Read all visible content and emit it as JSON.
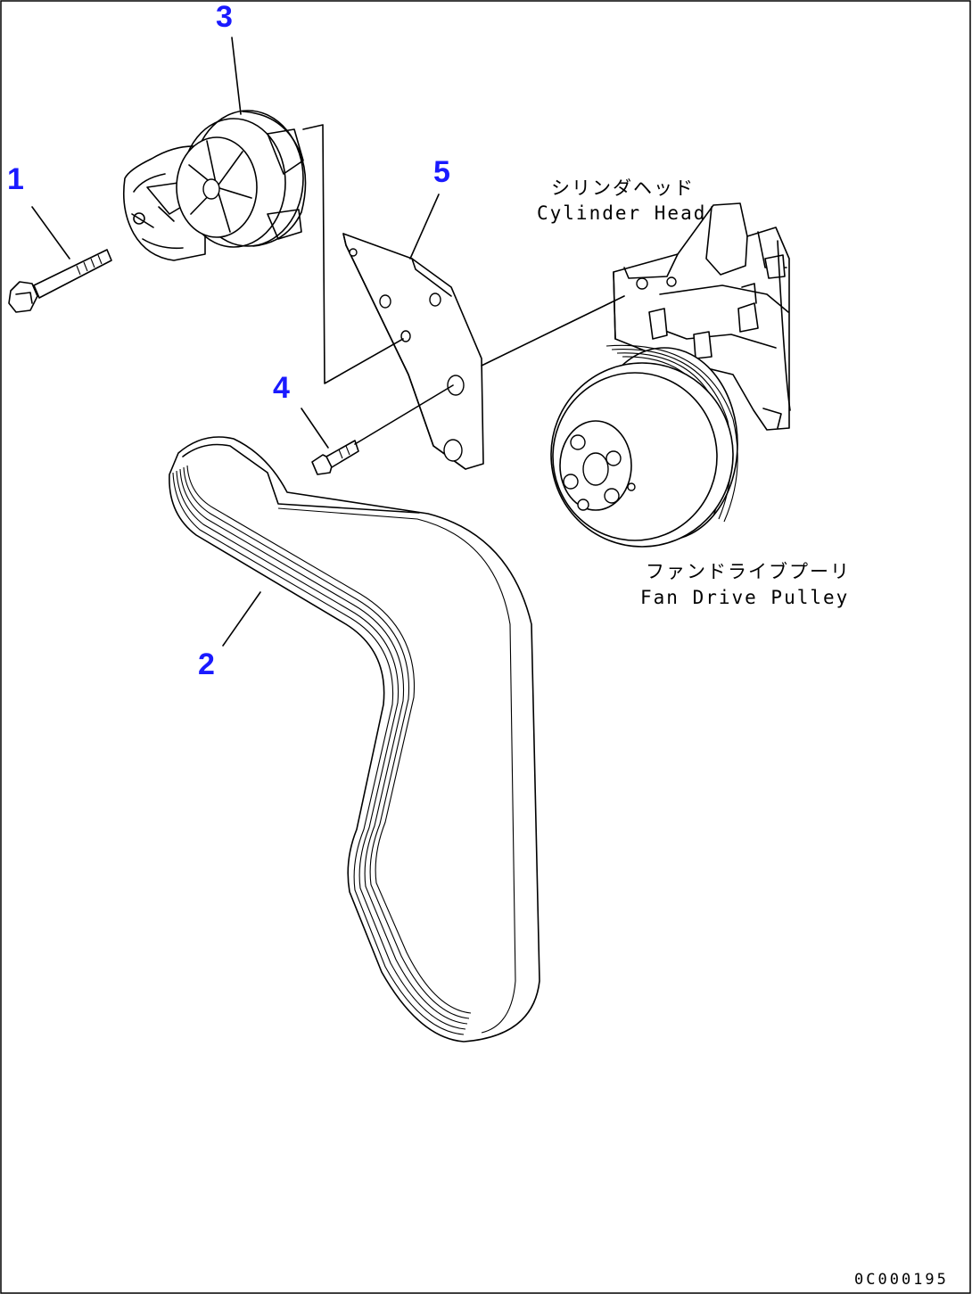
{
  "colors": {
    "callout": "#1a1aff",
    "line": "#000000",
    "background": "#ffffff"
  },
  "callouts": [
    {
      "number": "1",
      "part": "bolt"
    },
    {
      "number": "2",
      "part": "belt"
    },
    {
      "number": "3",
      "part": "tensioner"
    },
    {
      "number": "4",
      "part": "bolt"
    },
    {
      "number": "5",
      "part": "bracket"
    }
  ],
  "labels": {
    "cylinder_head_jp": "シリンダヘッド",
    "cylinder_head_en": "Cylinder Head",
    "fan_pulley_jp": "ファンドライブプーリ",
    "fan_pulley_en": "Fan Drive Pulley"
  },
  "drawing_code": "0C000195"
}
